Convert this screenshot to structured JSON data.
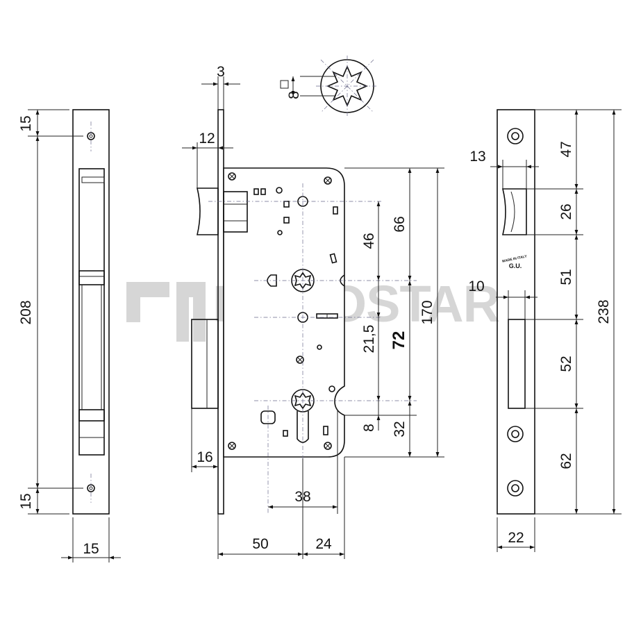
{
  "watermark": {
    "text": "FISKOSTAR"
  },
  "stamp": {
    "line1": "MADE IN ITALY",
    "line2": "G.U."
  },
  "dimensions": {
    "front_plate": {
      "top_offset": "15",
      "height": "208",
      "bottom_offset": "15",
      "width": "15"
    },
    "side": {
      "plate_thickness": "3",
      "latch_projection": "12",
      "bolt_offset": "16",
      "backset": "50",
      "edge_to_center": "24",
      "spindle_to_cylinder": "38",
      "spindle_from_top": "46",
      "latch_from_top": "66",
      "spindle_gap": "21,5",
      "center_distance": "72",
      "total_case": "170",
      "cylinder_offset": "8",
      "cylinder_to_bottom": "32"
    },
    "spindle": {
      "square": "8"
    },
    "faceplate": {
      "top_to_latch": "47",
      "latch_height": "26",
      "latch_to_bolt": "51",
      "bolt_height": "52",
      "bolt_to_bottom": "62",
      "total_height": "238",
      "latch_width": "13",
      "bolt_width": "10",
      "plate_width": "22"
    }
  }
}
